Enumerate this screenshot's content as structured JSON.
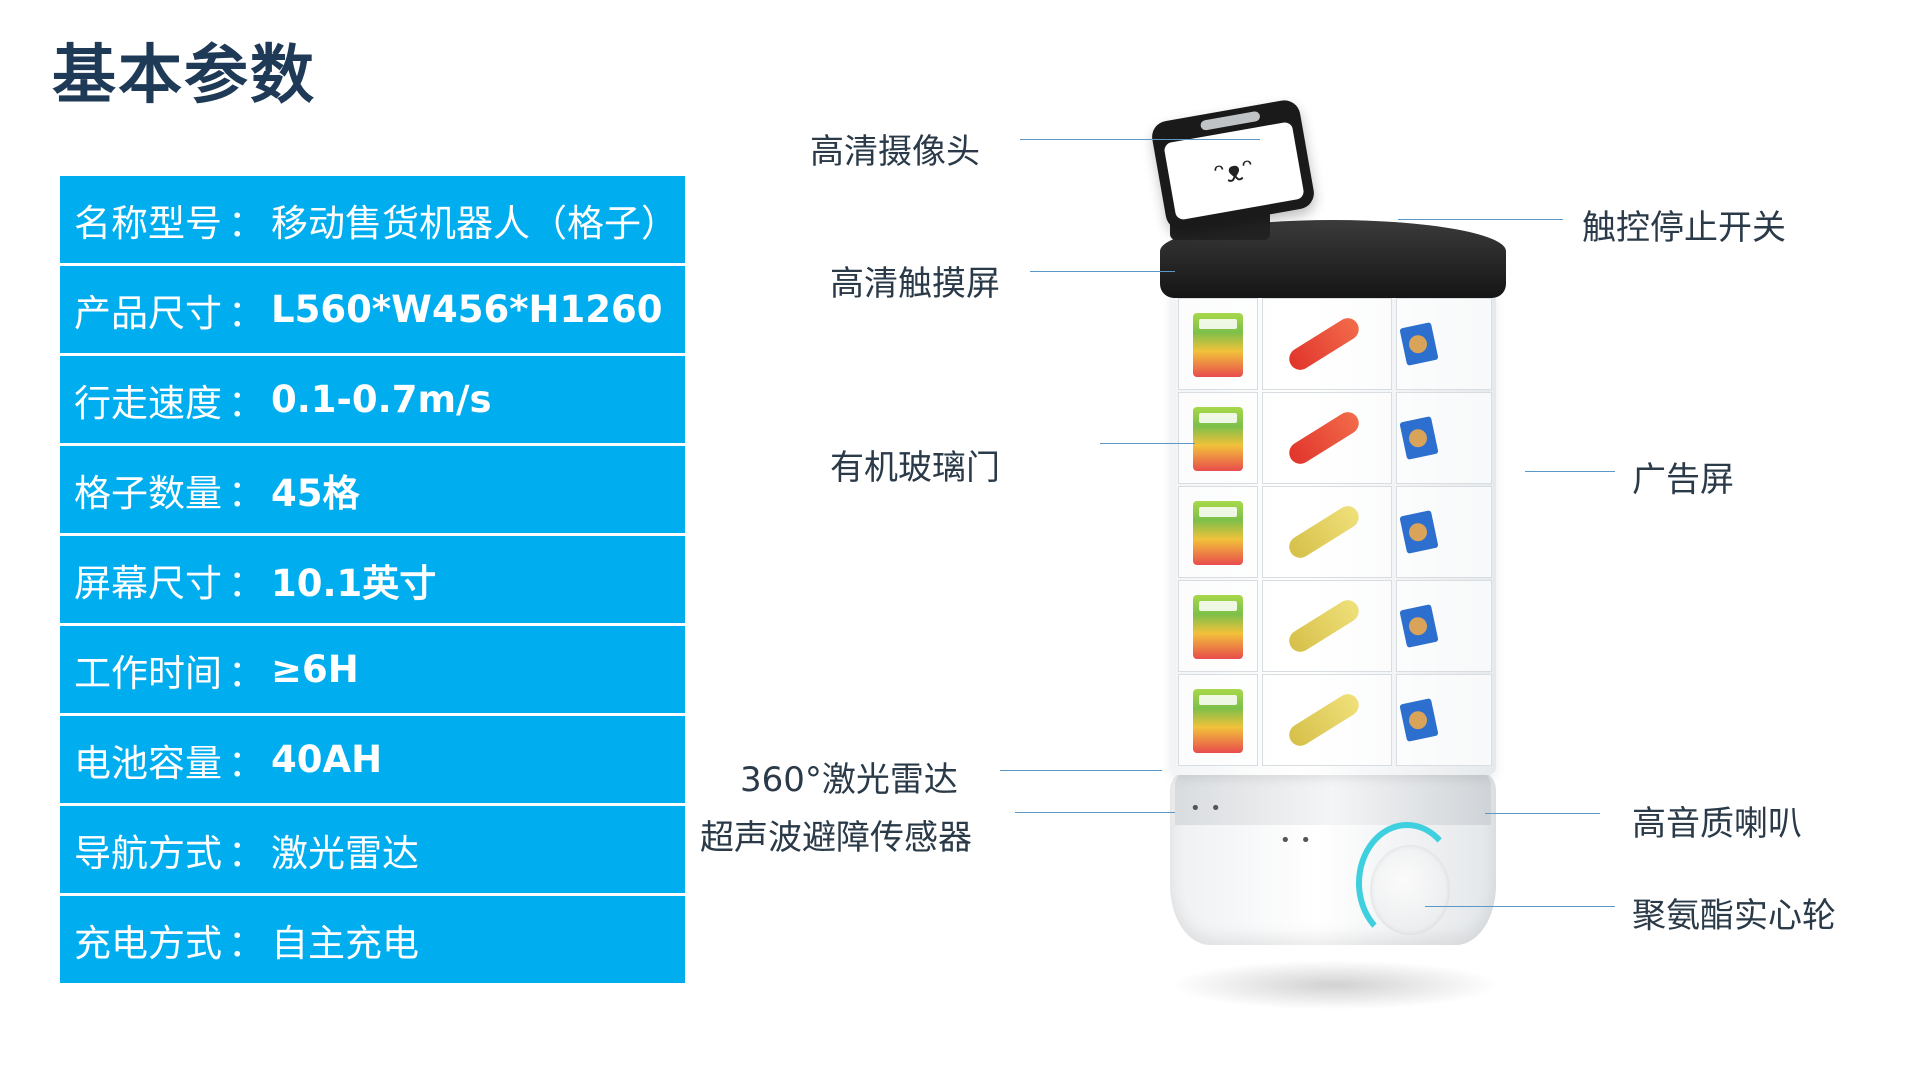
{
  "title": "基本参数",
  "specs": [
    {
      "key": "名称型号",
      "sep": "：",
      "value": "移动售货机器人（格子）"
    },
    {
      "key": "产品尺寸",
      "sep": "：",
      "value": "L560*W456*H1260"
    },
    {
      "key": "行走速度",
      "sep": "：",
      "value": "0.1-0.7m/s"
    },
    {
      "key": "格子数量",
      "sep": "：",
      "value": "45格"
    },
    {
      "key": "屏幕尺寸",
      "sep": "：",
      "value": "10.1英寸"
    },
    {
      "key": "工作时间",
      "sep": "：",
      "value": "≥6H"
    },
    {
      "key": "电池容量",
      "sep": "：",
      "value": "40AH"
    },
    {
      "key": "导航方式",
      "sep": "：",
      "value": "激光雷达"
    },
    {
      "key": "充电方式",
      "sep": "：",
      "value": "自主充电"
    }
  ],
  "callouts": {
    "camera": "高清摄像头",
    "touch_screen": "高清触摸屏",
    "glass_door": "有机玻璃门",
    "lidar": "360°激光雷达",
    "ultrasonic": "超声波避障传感器",
    "estop": "触控停止开关",
    "ad_screen": "广告屏",
    "speaker": "高音质喇叭",
    "wheel": "聚氨酯实心轮"
  },
  "screen_face": "ᵔᴥᵔ",
  "colors": {
    "accent": "#00aeef",
    "title": "#1f3a57",
    "leader": "#5b97c7",
    "wheel_ring": "#3fd0e0"
  }
}
